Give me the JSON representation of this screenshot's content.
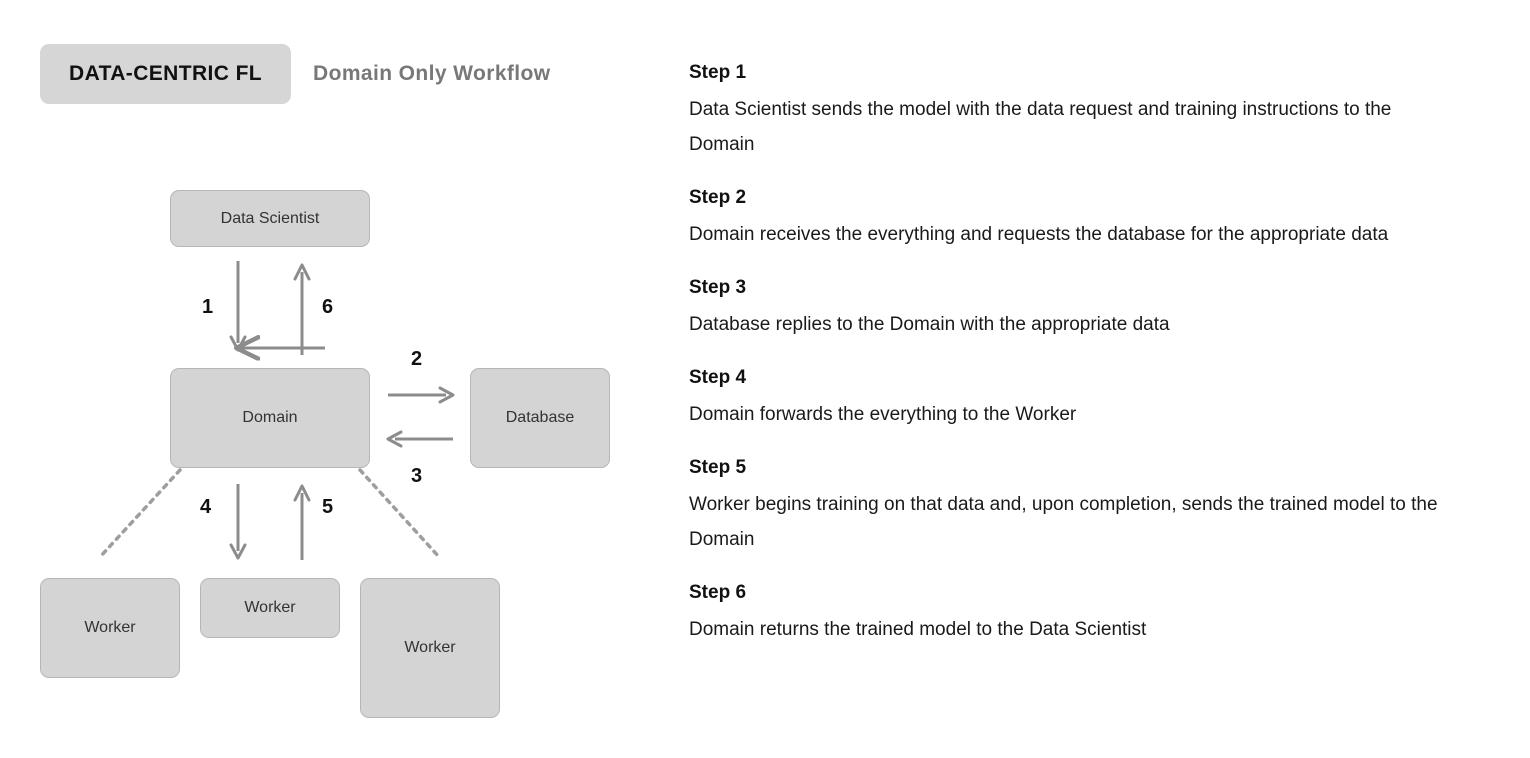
{
  "tabs": [
    {
      "label": "DATA-CENTRIC FL",
      "active": true
    },
    {
      "label": "Domain Only Workflow",
      "active": false
    }
  ],
  "colors": {
    "node_fill": "#d4d4d4",
    "node_border": "#b6b6b6",
    "tab_active_bg": "#d6d6d6",
    "tab_inactive_text": "#787878",
    "arrow": "#8c8c8c",
    "dotted_line": "#9e9e9e",
    "text": "#111111"
  },
  "diagram": {
    "nodes": [
      {
        "id": "data-scientist",
        "label": "Data Scientist"
      },
      {
        "id": "domain",
        "label": "Domain"
      },
      {
        "id": "database",
        "label": "Database"
      },
      {
        "id": "worker-1",
        "label": "Worker"
      },
      {
        "id": "worker-2",
        "label": "Worker"
      },
      {
        "id": "worker-3",
        "label": "Worker"
      }
    ],
    "edge_labels": [
      {
        "id": "1",
        "label": "1"
      },
      {
        "id": "2",
        "label": "2"
      },
      {
        "id": "3",
        "label": "3"
      },
      {
        "id": "4",
        "label": "4"
      },
      {
        "id": "5",
        "label": "5"
      },
      {
        "id": "6",
        "label": "6"
      }
    ]
  },
  "steps": [
    {
      "heading": "Step 1",
      "body": "Data Scientist sends the model with the data request and training instructions to the Domain"
    },
    {
      "heading": "Step 2",
      "body": "Domain receives the everything and requests the database for the appropriate data"
    },
    {
      "heading": "Step 3",
      "body": "Database replies to the Domain with the appropriate data"
    },
    {
      "heading": "Step 4",
      "body": "Domain forwards the everything to the Worker"
    },
    {
      "heading": "Step 5",
      "body": "Worker begins training on that data and, upon completion, sends the trained model to the Domain"
    },
    {
      "heading": "Step 6",
      "body": "Domain returns the trained model to the Data Scientist"
    }
  ]
}
